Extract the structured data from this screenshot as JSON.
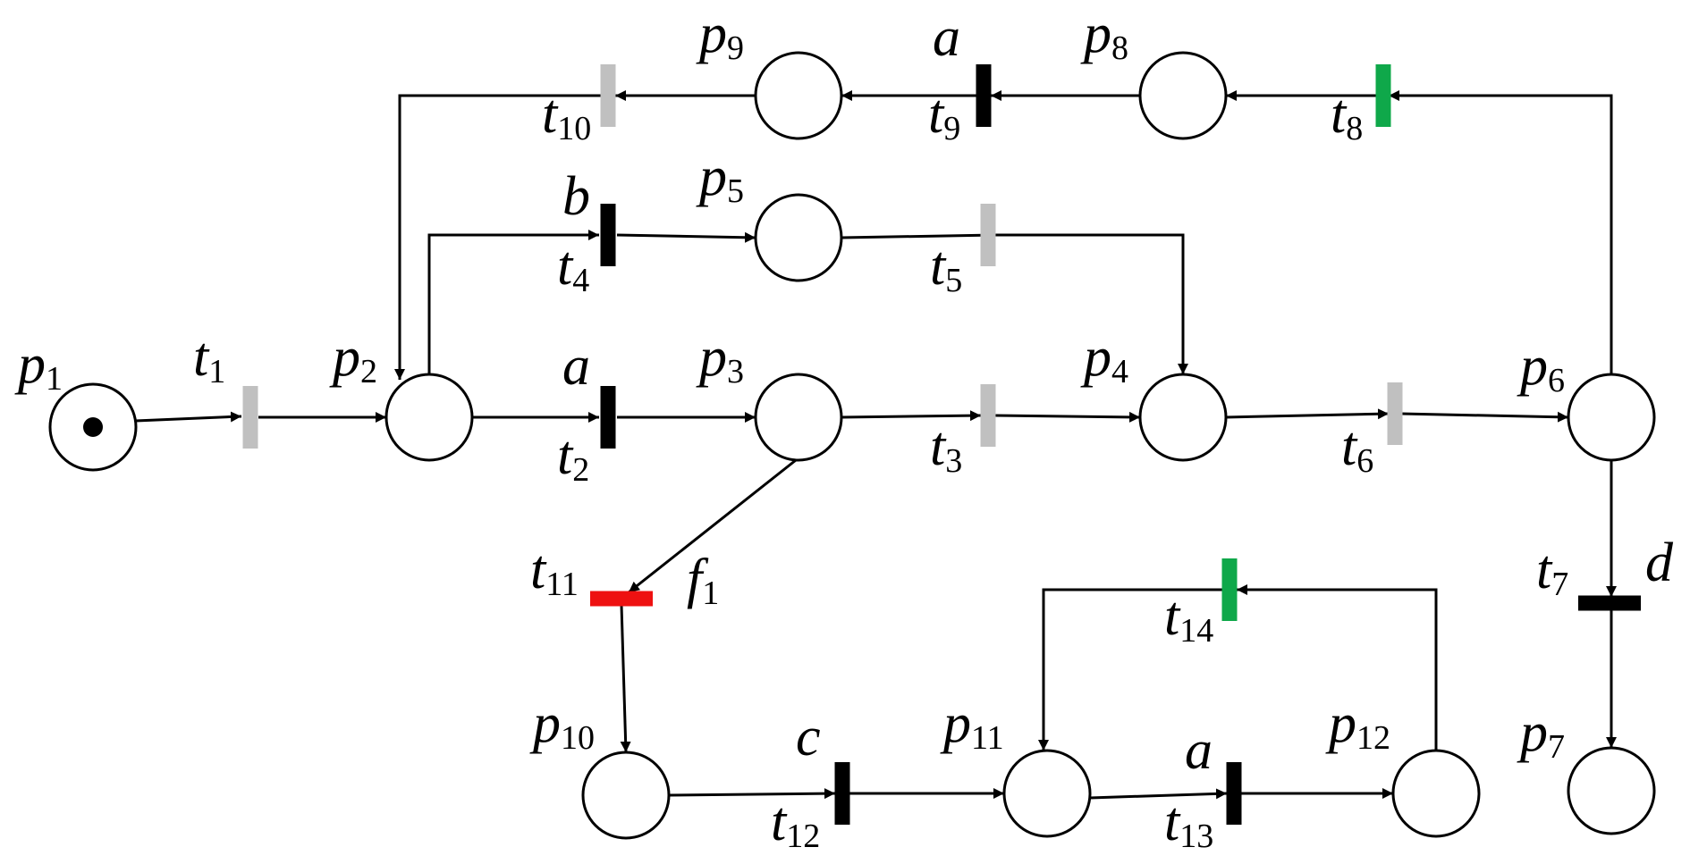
{
  "colors": {
    "uncontrollable": "#c0c0c0",
    "controllable": "#000000",
    "green": "#0fa84a",
    "fault": "#ee1111"
  },
  "places": [
    {
      "id": "p1",
      "name": "p",
      "index": "1",
      "tokens": 1
    },
    {
      "id": "p2",
      "name": "p",
      "index": "2",
      "tokens": 0
    },
    {
      "id": "p3",
      "name": "p",
      "index": "3",
      "tokens": 0
    },
    {
      "id": "p4",
      "name": "p",
      "index": "4",
      "tokens": 0
    },
    {
      "id": "p5",
      "name": "p",
      "index": "5",
      "tokens": 0
    },
    {
      "id": "p6",
      "name": "p",
      "index": "6",
      "tokens": 0
    },
    {
      "id": "p7",
      "name": "p",
      "index": "7",
      "tokens": 0
    },
    {
      "id": "p8",
      "name": "p",
      "index": "8",
      "tokens": 0
    },
    {
      "id": "p9",
      "name": "p",
      "index": "9",
      "tokens": 0
    },
    {
      "id": "p10",
      "name": "p",
      "index": "10",
      "tokens": 0
    },
    {
      "id": "p11",
      "name": "p",
      "index": "11",
      "tokens": 0
    },
    {
      "id": "p12",
      "name": "p",
      "index": "12",
      "tokens": 0
    }
  ],
  "transitions": [
    {
      "id": "t1",
      "name": "t",
      "index": "1",
      "kind": "uncontrollable",
      "event": ""
    },
    {
      "id": "t2",
      "name": "t",
      "index": "2",
      "kind": "controllable",
      "event": "a"
    },
    {
      "id": "t3",
      "name": "t",
      "index": "3",
      "kind": "uncontrollable",
      "event": ""
    },
    {
      "id": "t4",
      "name": "t",
      "index": "4",
      "kind": "controllable",
      "event": "b"
    },
    {
      "id": "t5",
      "name": "t",
      "index": "5",
      "kind": "uncontrollable",
      "event": ""
    },
    {
      "id": "t6",
      "name": "t",
      "index": "6",
      "kind": "uncontrollable",
      "event": ""
    },
    {
      "id": "t7",
      "name": "t",
      "index": "7",
      "kind": "controllable",
      "event": "d"
    },
    {
      "id": "t8",
      "name": "t",
      "index": "8",
      "kind": "green",
      "event": ""
    },
    {
      "id": "t9",
      "name": "t",
      "index": "9",
      "kind": "controllable",
      "event": "a"
    },
    {
      "id": "t10",
      "name": "t",
      "index": "10",
      "kind": "uncontrollable",
      "event": ""
    },
    {
      "id": "t11",
      "name": "t",
      "index": "11",
      "kind": "fault",
      "event": "f",
      "event_index": "1"
    },
    {
      "id": "t12",
      "name": "t",
      "index": "12",
      "kind": "controllable",
      "event": "c"
    },
    {
      "id": "t13",
      "name": "t",
      "index": "13",
      "kind": "controllable",
      "event": "a"
    },
    {
      "id": "t14",
      "name": "t",
      "index": "14",
      "kind": "green",
      "event": ""
    }
  ]
}
